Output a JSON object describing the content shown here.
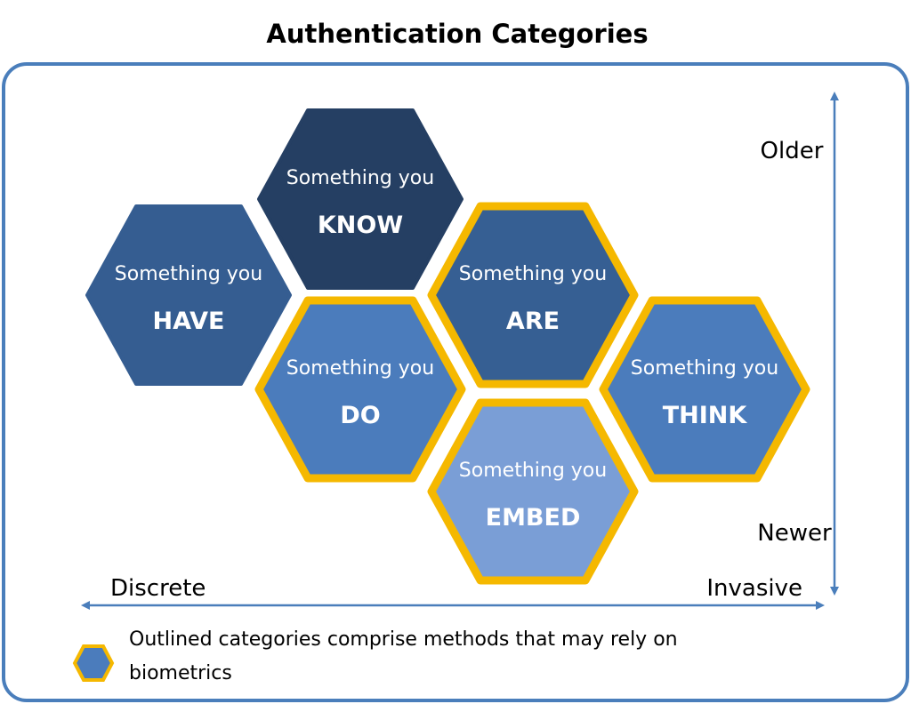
{
  "title": "Authentication Categories",
  "colors": {
    "frame": "#4a7ebb",
    "arrow": "#4a7ebb",
    "outline": "#f5b800",
    "text_on_hex": "#ffffff"
  },
  "axes": {
    "vertical_top": "Older",
    "vertical_bottom": "Newer",
    "horizontal_left": "Discrete",
    "horizontal_right": "Invasive"
  },
  "categories": [
    {
      "id": "know",
      "prefix": "Something you",
      "word": "KNOW",
      "fill": "#253f63",
      "outlined": false
    },
    {
      "id": "have",
      "prefix": "Something you",
      "word": "HAVE",
      "fill": "#355d91",
      "outlined": false
    },
    {
      "id": "are",
      "prefix": "Something you",
      "word": "ARE",
      "fill": "#365f93",
      "outlined": true
    },
    {
      "id": "do",
      "prefix": "Something you",
      "word": "DO",
      "fill": "#4b7cbc",
      "outlined": true
    },
    {
      "id": "think",
      "prefix": "Something you",
      "word": "THINK",
      "fill": "#4b7cbc",
      "outlined": true
    },
    {
      "id": "embed",
      "prefix": "Something you",
      "word": "EMBED",
      "fill": "#7a9ed6",
      "outlined": true
    }
  ],
  "legend": {
    "line1": "Outlined categories comprise methods that may rely on",
    "line2": "biometrics",
    "swatch_fill": "#4b7cbc",
    "swatch_outline": "#f5b800"
  }
}
